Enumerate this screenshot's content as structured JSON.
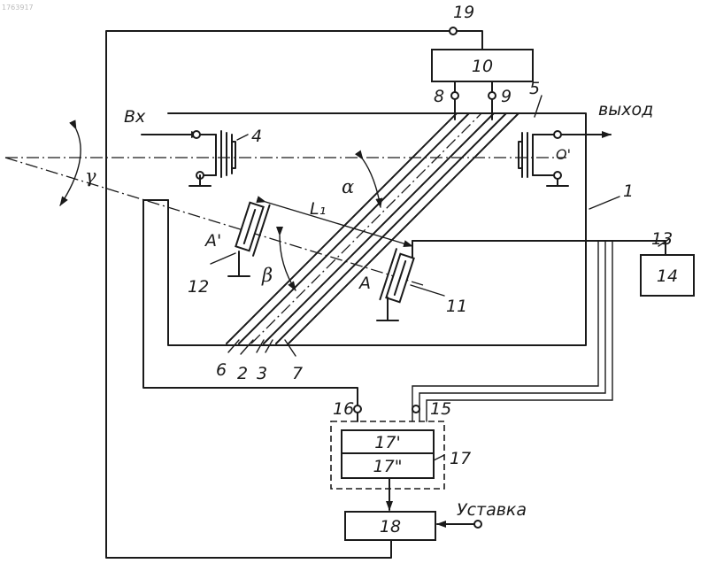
{
  "document_number": "1763917",
  "terms": {
    "input": "Вх",
    "output": "выход",
    "setpoint": "Уставка"
  },
  "blocks": {
    "b10": "10",
    "b14": "14",
    "b17_top": "17'",
    "b17_bottom": "17\"",
    "b18": "18"
  },
  "labels": {
    "n1": "1",
    "n2": "2",
    "n3": "3",
    "n4": "4",
    "n5": "5",
    "n6": "6",
    "n7": "7",
    "n8": "8",
    "n9": "9",
    "n11": "11",
    "n12": "12",
    "n13": "13",
    "n15": "15",
    "n16": "16",
    "n17": "17",
    "n19": "19",
    "A": "A",
    "A_prime": "A'",
    "O_prime": "O'",
    "L1": "L₁"
  },
  "angles": {
    "alpha": "α",
    "beta": "β",
    "gamma": "γ"
  }
}
